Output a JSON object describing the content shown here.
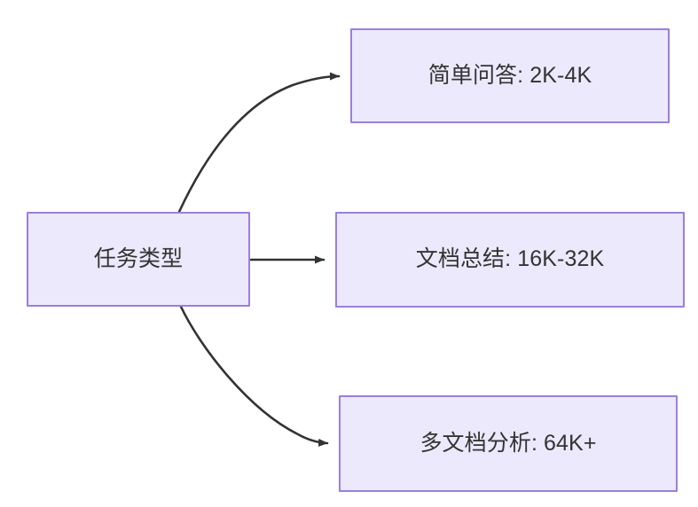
{
  "diagram": {
    "type": "flowchart",
    "direction": "left-to-right",
    "title": "",
    "theme": {
      "node_fill": "#ebe9fb",
      "node_border": "#9a7fdc",
      "node_text": "#333333",
      "edge_stroke": "#333333",
      "background": "#ffffff"
    },
    "nodes": [
      {
        "id": "source",
        "label": "任务类型"
      },
      {
        "id": "simple",
        "label": "简单问答: 2K-4K"
      },
      {
        "id": "summary",
        "label": "文档总结: 16K-32K"
      },
      {
        "id": "multidoc",
        "label": "多文档分析: 64K+"
      }
    ],
    "edges": [
      {
        "from": "source",
        "to": "simple",
        "label": "",
        "arrow": "arrowhead-icon",
        "style": "curved"
      },
      {
        "from": "source",
        "to": "summary",
        "label": "",
        "arrow": "arrowhead-icon",
        "style": "straight"
      },
      {
        "from": "source",
        "to": "multidoc",
        "label": "",
        "arrow": "arrowhead-icon",
        "style": "curved"
      }
    ]
  }
}
